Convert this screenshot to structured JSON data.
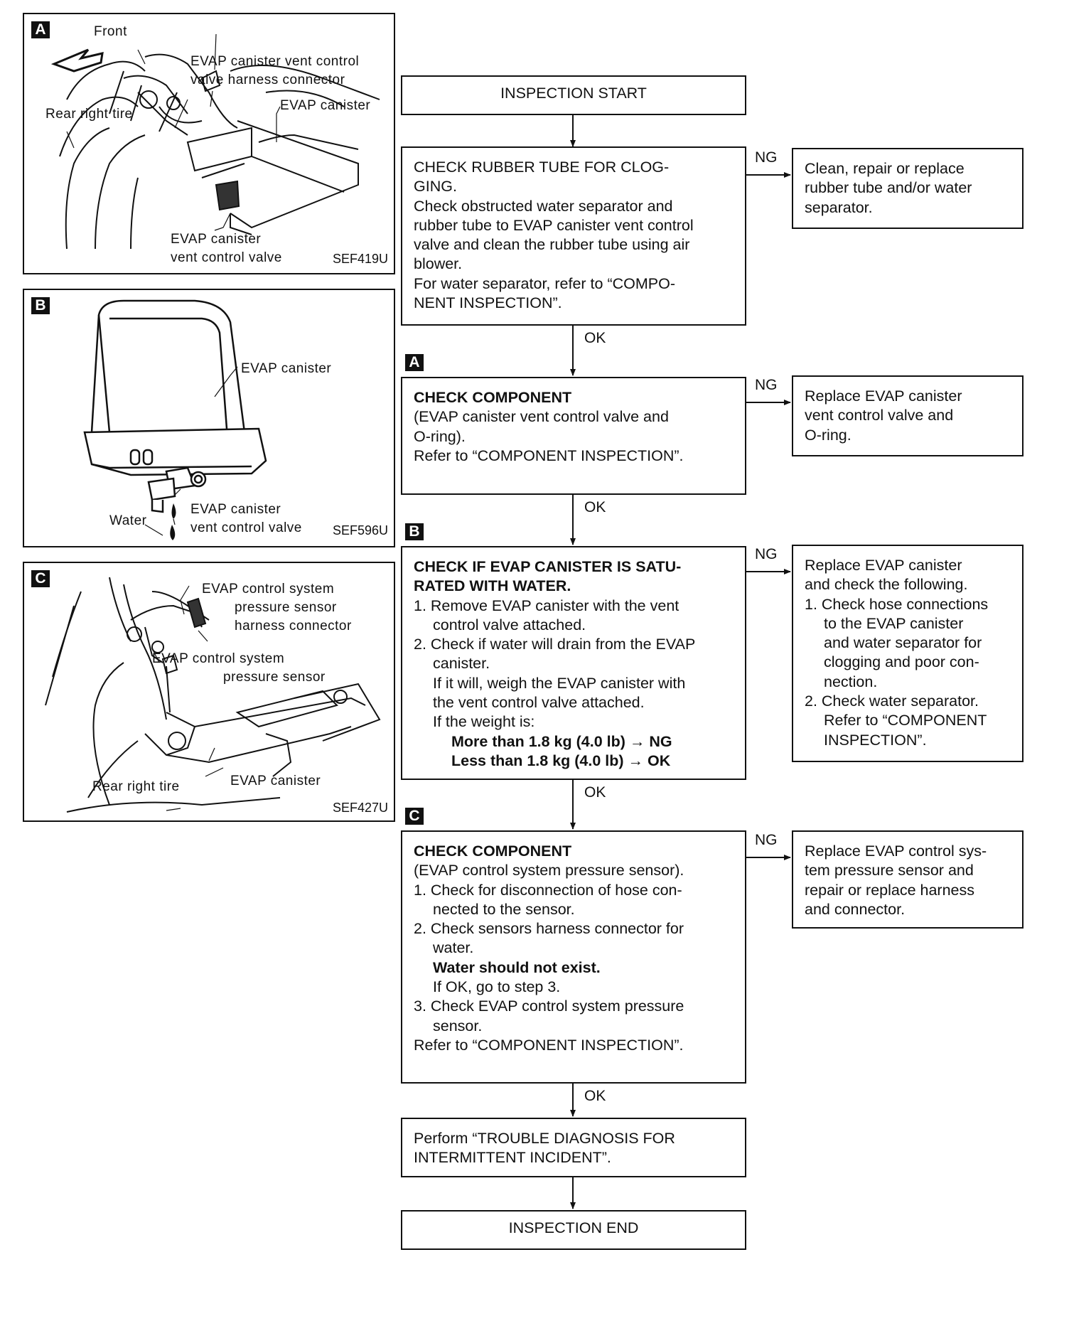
{
  "illustrations": {
    "a": {
      "tag": "A",
      "labels": {
        "front": "Front",
        "vent_valve_connector_1": "EVAP canister vent control",
        "vent_valve_connector_2": "valve harness connector",
        "rear_right_tire": "Rear right tire",
        "evap_canister": "EVAP canister",
        "vent_valve_1": "EVAP canister",
        "vent_valve_2": "vent control valve"
      },
      "code": "SEF419U"
    },
    "b": {
      "tag": "B",
      "labels": {
        "evap_canister": "EVAP canister",
        "vent_valve_1": "EVAP canister",
        "vent_valve_2": "vent control valve",
        "water": "Water"
      },
      "code": "SEF596U"
    },
    "c": {
      "tag": "C",
      "labels": {
        "sensor_connector_1": "EVAP control system",
        "sensor_connector_2": "pressure sensor",
        "sensor_connector_3": "harness connector",
        "sensor_1": "EVAP control system",
        "sensor_2": "pressure sensor",
        "rear_right_tire": "Rear right tire",
        "evap_canister": "EVAP canister"
      },
      "code": "SEF427U"
    }
  },
  "flow": {
    "start": "INSPECTION START",
    "step1": {
      "lines": [
        "CHECK RUBBER TUBE FOR CLOG-",
        "GING.",
        "Check obstructed water separator and",
        "rubber tube to EVAP canister vent control",
        "valve and clean the rubber tube using air",
        "blower.",
        "For water separator, refer to “COMPO-",
        "NENT INSPECTION”."
      ],
      "ng_label": "NG",
      "ok_label": "OK",
      "ng_action": [
        "Clean, repair or replace",
        "rubber tube and/or water",
        "separator."
      ]
    },
    "step2": {
      "tag": "A",
      "title": "CHECK COMPONENT",
      "lines": [
        "(EVAP canister vent control valve and",
        "O-ring).",
        "Refer to “COMPONENT INSPECTION”."
      ],
      "ng_label": "NG",
      "ok_label": "OK",
      "ng_action": [
        "Replace EVAP canister",
        "vent control valve and",
        "O-ring."
      ]
    },
    "step3": {
      "tag": "B",
      "title_1": "CHECK IF EVAP CANISTER IS SATU-",
      "title_2": "RATED WITH WATER.",
      "item1_1": "1. Remove EVAP canister with the vent",
      "item1_2": "control valve attached.",
      "item2_1": "2. Check if water will drain from the EVAP",
      "item2_2": "canister.",
      "item2_3": "If it will, weigh the EVAP canister with",
      "item2_4": "the vent control valve attached.",
      "item2_5": "If the weight is:",
      "cond_ng": "More than 1.8 kg (4.0 lb) → NG",
      "cond_ok": "Less than 1.8 kg (4.0 lb) → OK",
      "ng_label": "NG",
      "ok_label": "OK",
      "ng_action": {
        "line1": "Replace EVAP canister",
        "line2": "and check the following.",
        "item1_1": "1. Check hose connections",
        "item1_2": "to the EVAP canister",
        "item1_3": "and water separator for",
        "item1_4": "clogging and poor con-",
        "item1_5": "nection.",
        "item2_1": "2. Check water separator.",
        "item2_2": "Refer to “COMPONENT",
        "item2_3": "INSPECTION”."
      }
    },
    "step4": {
      "tag": "C",
      "title": "CHECK COMPONENT",
      "line1": "(EVAP control system pressure sensor).",
      "item1_1": "1. Check for disconnection of hose con-",
      "item1_2": "nected to the sensor.",
      "item2_1": "2. Check sensors harness connector for",
      "item2_2": "water.",
      "item2_bold": "Water should not exist.",
      "item2_3": "If OK, go to step 3.",
      "item3_1": "3. Check EVAP control system pressure",
      "item3_2": "sensor.",
      "refer": "Refer to “COMPONENT INSPECTION”.",
      "ng_label": "NG",
      "ok_label": "OK",
      "ng_action": [
        "Replace EVAP control sys-",
        "tem pressure sensor and",
        "repair or replace harness",
        "and connector."
      ]
    },
    "step5": [
      "Perform “TROUBLE DIAGNOSIS FOR",
      "INTERMITTENT INCIDENT”."
    ],
    "end": "INSPECTION END"
  }
}
